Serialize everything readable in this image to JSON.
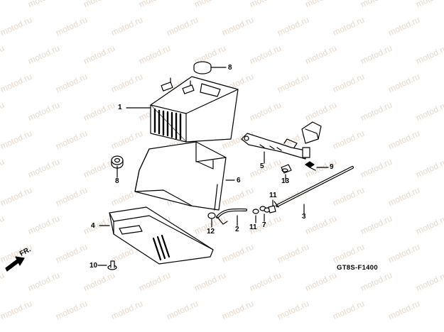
{
  "watermark": "motod.ru",
  "diagram_code": "GT8S-F1400",
  "direction_label": "FR.",
  "callouts": {
    "battery": "1",
    "cable_3": "3",
    "cover_4": "4",
    "bracket_5": "5",
    "case_6": "6",
    "part_7": "7",
    "cap_8_top": "8",
    "cap_8_left": "8",
    "bolt_9": "9",
    "bolt_10": "10",
    "clip_11_upper": "11",
    "clip_11_lower": "11",
    "ring_12": "12",
    "spacer_13": "13",
    "tube_2": "2"
  }
}
